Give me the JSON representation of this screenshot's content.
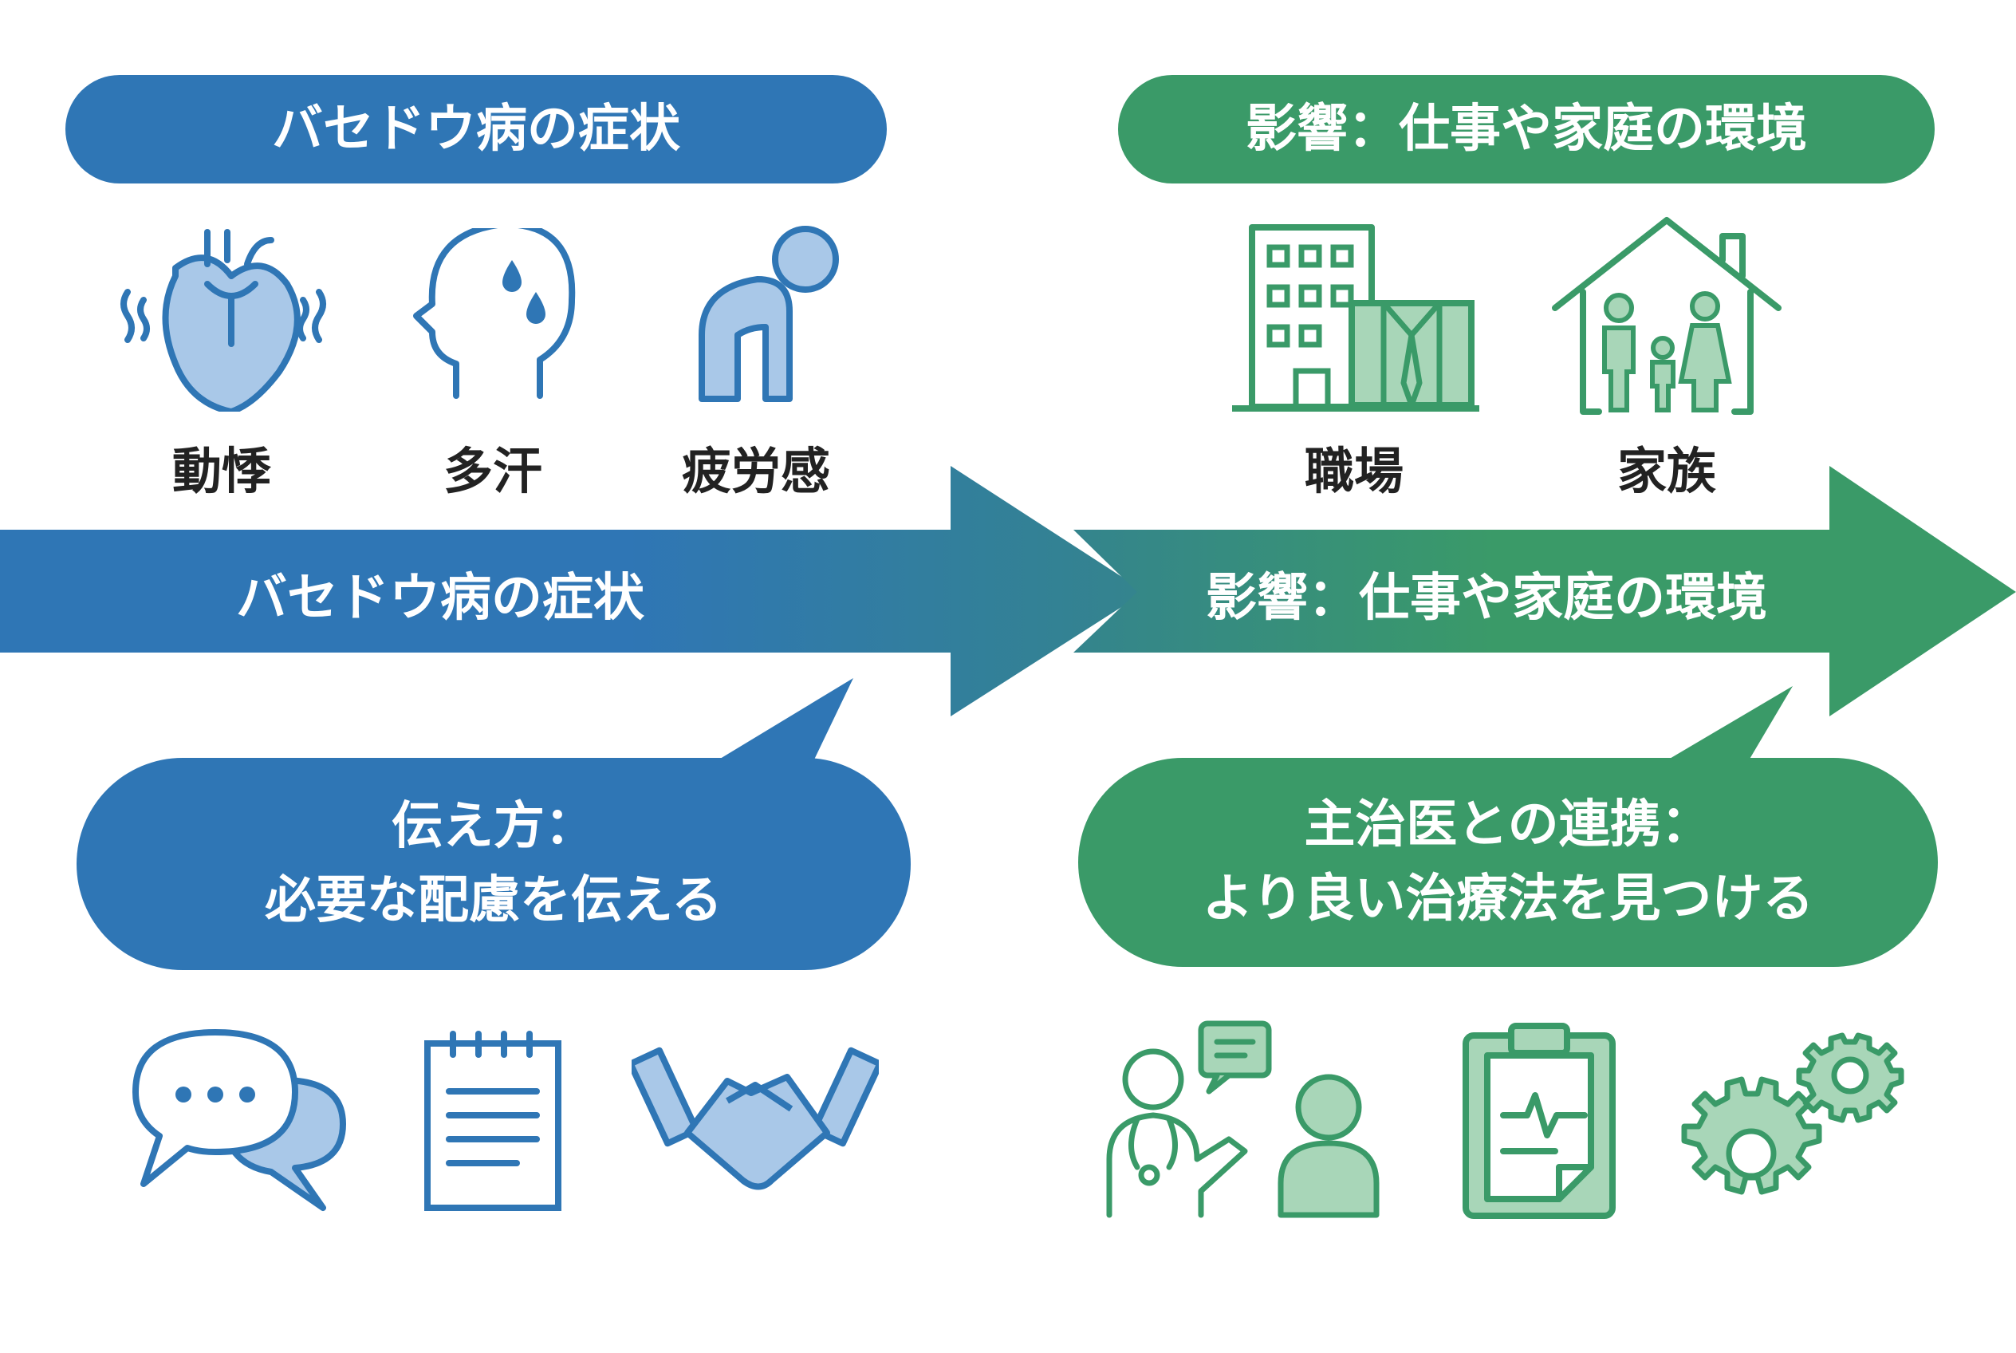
{
  "colors": {
    "blue": "#2f76b5",
    "blue_light": "#a9c8e8",
    "green": "#3a9a68",
    "green_light": "#a8d6b8",
    "teal": "#34848d",
    "text": "#222222"
  },
  "left": {
    "header": "バセドウ病の症状",
    "symptoms": [
      {
        "icon": "heart-icon",
        "label": "動悸"
      },
      {
        "icon": "sweating-head-icon",
        "label": "多汗"
      },
      {
        "icon": "fatigued-person-icon",
        "label": "疲労感"
      }
    ],
    "arrow_label": "バセドウ病の症状",
    "bubble_line1": "伝え方：",
    "bubble_line2": "必要な配慮を伝える",
    "bottom_icons": [
      "chat-bubbles-icon",
      "notepad-icon",
      "handshake-icon"
    ]
  },
  "right": {
    "header": "影響：仕事や家庭の環境",
    "impacts": [
      {
        "icon": "office-building-icon",
        "label": "職場"
      },
      {
        "icon": "family-house-icon",
        "label": "家族"
      }
    ],
    "arrow_label": "影響：仕事や家庭の環境",
    "bubble_line1": "主治医との連携：",
    "bubble_line2": "より良い治療法を見つける",
    "bottom_icons": [
      "doctor-consultation-icon",
      "medical-clipboard-icon",
      "gears-icon"
    ]
  }
}
